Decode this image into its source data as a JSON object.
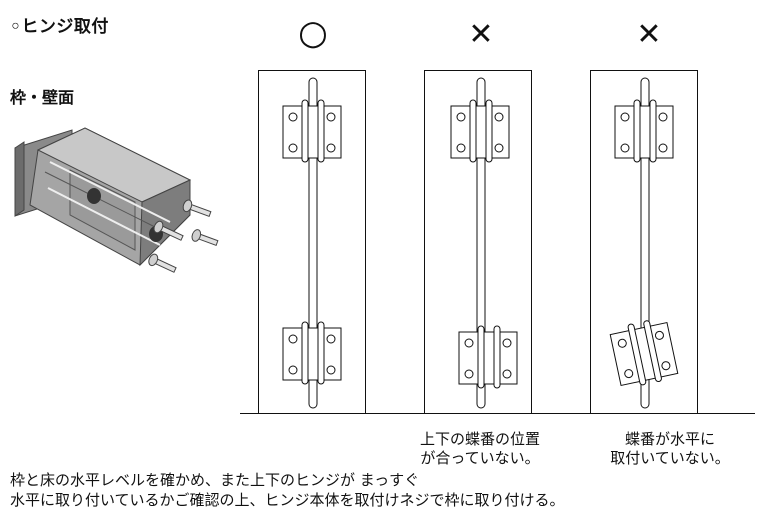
{
  "header": {
    "title": "◦ヒンジ取付"
  },
  "section": {
    "label": "枠・壁面"
  },
  "panels": [
    {
      "mark": "○",
      "note": ""
    },
    {
      "mark": "✕",
      "note": "上下の蝶番の位置\nが合っていない。"
    },
    {
      "mark": "✕",
      "note": "蝶番が水平に\n取付いていない。"
    }
  ],
  "footer": {
    "text": "枠と床の水平レベルを確かめ、また上下のヒンジが まっすぐ\n水平に取り付いているかご確認の上、ヒンジ本体を取付けネジで枠に取り付ける。"
  }
}
